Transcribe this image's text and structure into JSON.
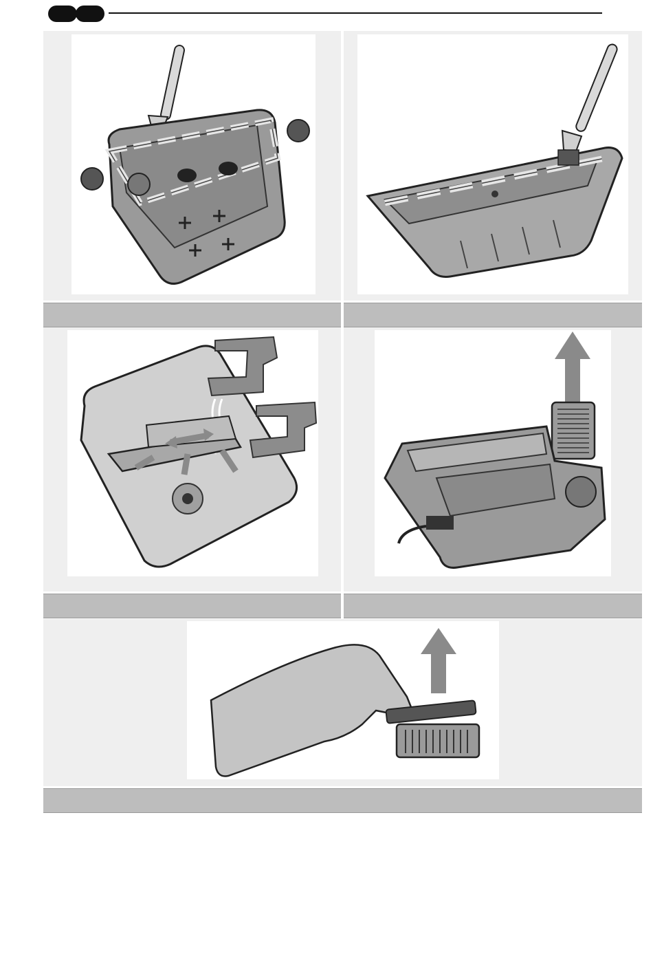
{
  "page": {
    "header_badges": [
      "badge-1",
      "badge-2"
    ],
    "colors": {
      "panel_bg": "#efefef",
      "caption_bg": "#bdbdbd",
      "part_gray": "#8c8c8c",
      "part_dark": "#3a3a3a",
      "arrow_gray": "#8a8a8a"
    }
  },
  "figures": [
    {
      "id": "fig-1",
      "subject": "brush-cleaning-container-rim",
      "caption": ""
    },
    {
      "id": "fig-2",
      "subject": "brush-cleaning-lid-channel",
      "caption": ""
    },
    {
      "id": "fig-3",
      "subject": "rinsing-lid-under-tap",
      "caption": ""
    },
    {
      "id": "fig-4",
      "subject": "removing-filter-upward",
      "caption": ""
    },
    {
      "id": "fig-5",
      "subject": "brushing-filter-by-hand",
      "caption": ""
    }
  ]
}
